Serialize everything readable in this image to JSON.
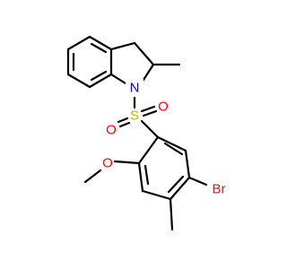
{
  "molecule": {
    "atoms": {
      "N": {
        "label": "N",
        "color": "#0000ff"
      },
      "S": {
        "label": "S",
        "color": "#b8b800"
      },
      "O1": {
        "label": "O",
        "color": "#ff0000"
      },
      "O2": {
        "label": "O",
        "color": "#ff0000"
      },
      "O3": {
        "label": "O",
        "color": "#ff0000"
      },
      "Br": {
        "label": "Br",
        "color": "#a52a2a"
      }
    },
    "bond_color": "#000000",
    "background": "#ffffff"
  }
}
